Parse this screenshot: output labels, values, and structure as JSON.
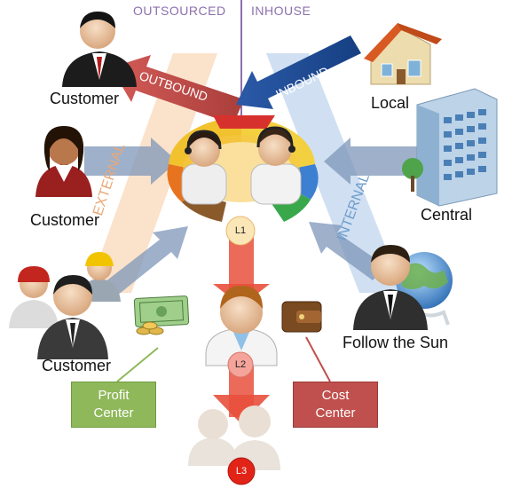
{
  "header": {
    "left": "OUTSOURCED",
    "right": "INHOUSE"
  },
  "arrows": {
    "outbound": "OUTBOUND",
    "inbound": "INBOUND",
    "external": "EXTERNAL",
    "internal": "INTERNAL"
  },
  "actors": {
    "customer_top": "Customer",
    "customer_middle": "Customer",
    "customer_bottom": "Customer",
    "local": "Local",
    "central": "Central",
    "follow_the_sun": "Follow the Sun"
  },
  "levels": {
    "l1": "L1",
    "l2": "L2",
    "l3": "L3"
  },
  "boxes": {
    "profit_line1": "Profit",
    "profit_line2": "Center",
    "cost_line1": "Cost",
    "cost_line2": "Center"
  },
  "colors": {
    "header_text": "#8c70ad",
    "outbound_arrow": "#c0504d",
    "inbound_arrow": "#1f4e9a",
    "external_band": "#f6caa0",
    "internal_band": "#a9c6e8",
    "profit_box": "#8fb85a",
    "cost_box": "#c0504d",
    "escalation_arrow": "#e8503c"
  },
  "icons": [
    "headset-agent-icon",
    "house-icon",
    "office-building-icon",
    "businessman-icon",
    "businesswoman-icon",
    "worker-group-icon",
    "doctor-icon",
    "user-pair-icon",
    "money-icon",
    "wallet-icon",
    "globe-icon"
  ]
}
